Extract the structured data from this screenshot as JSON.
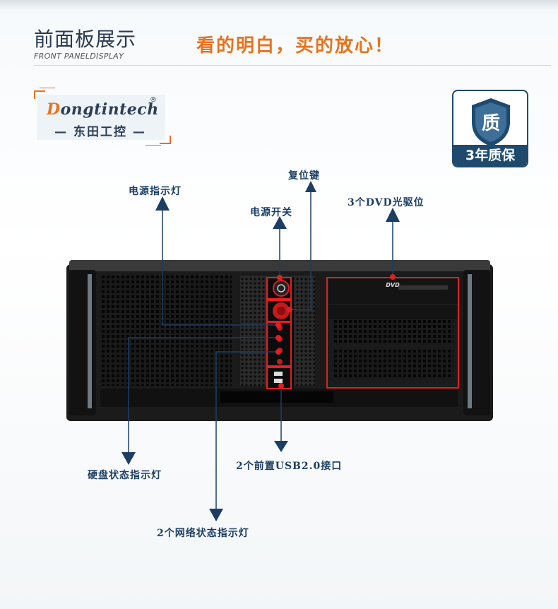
{
  "header": {
    "title": "前面板展示",
    "subtitle": "FRONT PANELDISPLAY",
    "slogan": "看的明白，买的放心！"
  },
  "brand": {
    "name_first": "D",
    "name_rest": "ongtintech",
    "registered": "®",
    "name_cn": "— 东田工控 —"
  },
  "warranty": {
    "icon_char": "质",
    "label": "3年质保"
  },
  "callouts": {
    "power_led": "电源指示灯",
    "reset": "复位键",
    "power_switch": "电源开关",
    "dvd": "3个DVD光驱位",
    "hdd_led": "硬盘状态指示灯",
    "usb": "2个前置USB2.0接口",
    "net_led": "2个网络状态指示灯"
  },
  "device": {
    "dvd_logo": "DVD"
  },
  "colors": {
    "accent": "#e8731c",
    "navy": "#1d3e63",
    "highlight_red": "#e02020"
  }
}
